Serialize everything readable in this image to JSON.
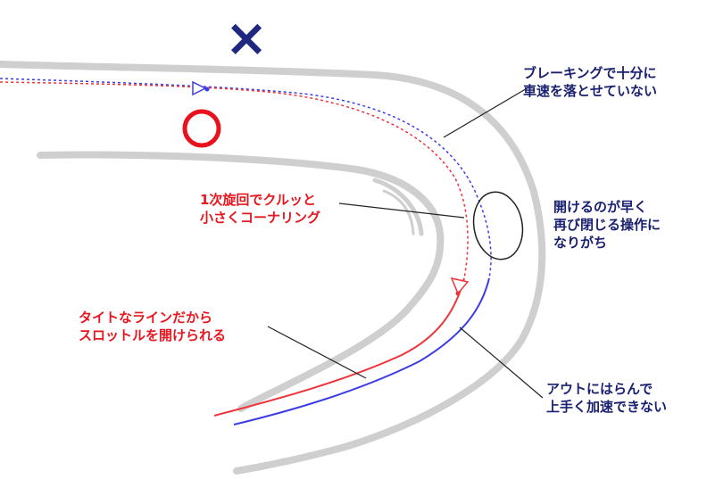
{
  "colors": {
    "track_edge": "#cfcfcf",
    "line_good": "#f0323a",
    "line_bad": "#3d3de6",
    "marker_bad": "#1f2780",
    "marker_good": "#e8111c",
    "annotation_navy": "#1a2170",
    "annotation_red": "#e8161f",
    "leader": "#222222"
  },
  "markers": {
    "bad": "×",
    "good": "○"
  },
  "annotations": {
    "braking": [
      "ブレーキングで十分に",
      "車速を落とせていない"
    ],
    "early_open": [
      "開けるのが早く",
      "再び閉じる操作に",
      "なりがち"
    ],
    "tight_turn": [
      "1次旋回でクルッと",
      "小さくコーナリング"
    ],
    "tight_line": [
      "タイトなラインだから",
      "スロットルを開けられる"
    ],
    "no_accel": [
      "アウトにはらんで",
      "上手く加速できない"
    ]
  }
}
